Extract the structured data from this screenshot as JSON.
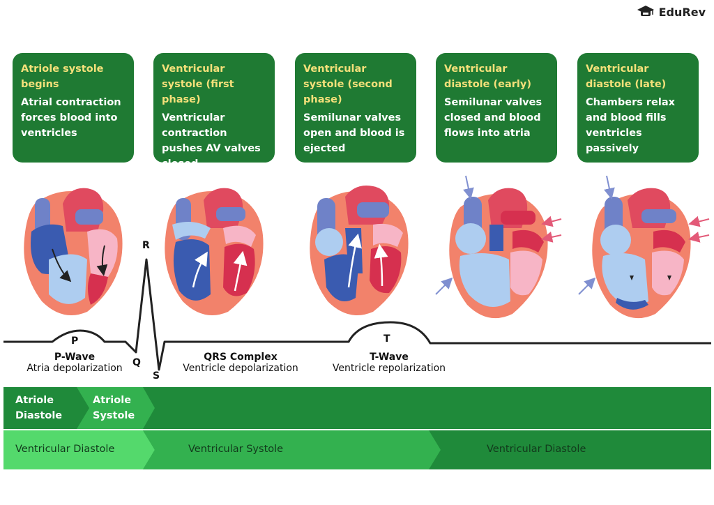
{
  "brand": {
    "name": "EduRev"
  },
  "phases": [
    {
      "title": "Atriole systole begins",
      "body": "Atrial contraction forces blood into ventricles"
    },
    {
      "title": "Ventricular systole (first phase)",
      "body": "Ventricular contraction pushes AV valves closed"
    },
    {
      "title": "Ventricular systole (second phase)",
      "body": "Semilunar valves open and blood is ejected"
    },
    {
      "title": "Ventricular diastole (early)",
      "body": "Semilunar valves closed and blood flows into atria"
    },
    {
      "title": "Ventricular diastole (late)",
      "body": "Chambers relax and blood fills ventricles passively"
    }
  ],
  "ecg": {
    "points": {
      "p": "P",
      "q": "Q",
      "r": "R",
      "s": "S",
      "t": "T"
    },
    "p_wave": {
      "title": "P-Wave",
      "desc": "Atria depolarization"
    },
    "qrs": {
      "title": "QRS Complex",
      "desc": "Ventricle depolarization"
    },
    "t_wave": {
      "title": "T-Wave",
      "desc": "Ventricle repolarization"
    }
  },
  "timeline": {
    "atrial": {
      "diastole": "Atriole Diastole",
      "systole": "Atriole Systole"
    },
    "ventricular": {
      "diastole1": "Ventricular Diastole",
      "systole": "Ventricular Systole",
      "diastole2": "Ventricular Diastole"
    }
  },
  "colors": {
    "card": "#1f7a33",
    "card_title": "#f4e07a",
    "dark_green": "#1f8a3a",
    "mid_green": "#33b14f",
    "light_green": "#54d96c",
    "heart_outer": "#f2826b",
    "heart_inner_pink": "#f7b5c6",
    "blood_red": "#d6304f",
    "blood_blue": "#3a5bb0",
    "light_blue": "#aecdf0",
    "vessel_blue": "#6f82c8"
  }
}
